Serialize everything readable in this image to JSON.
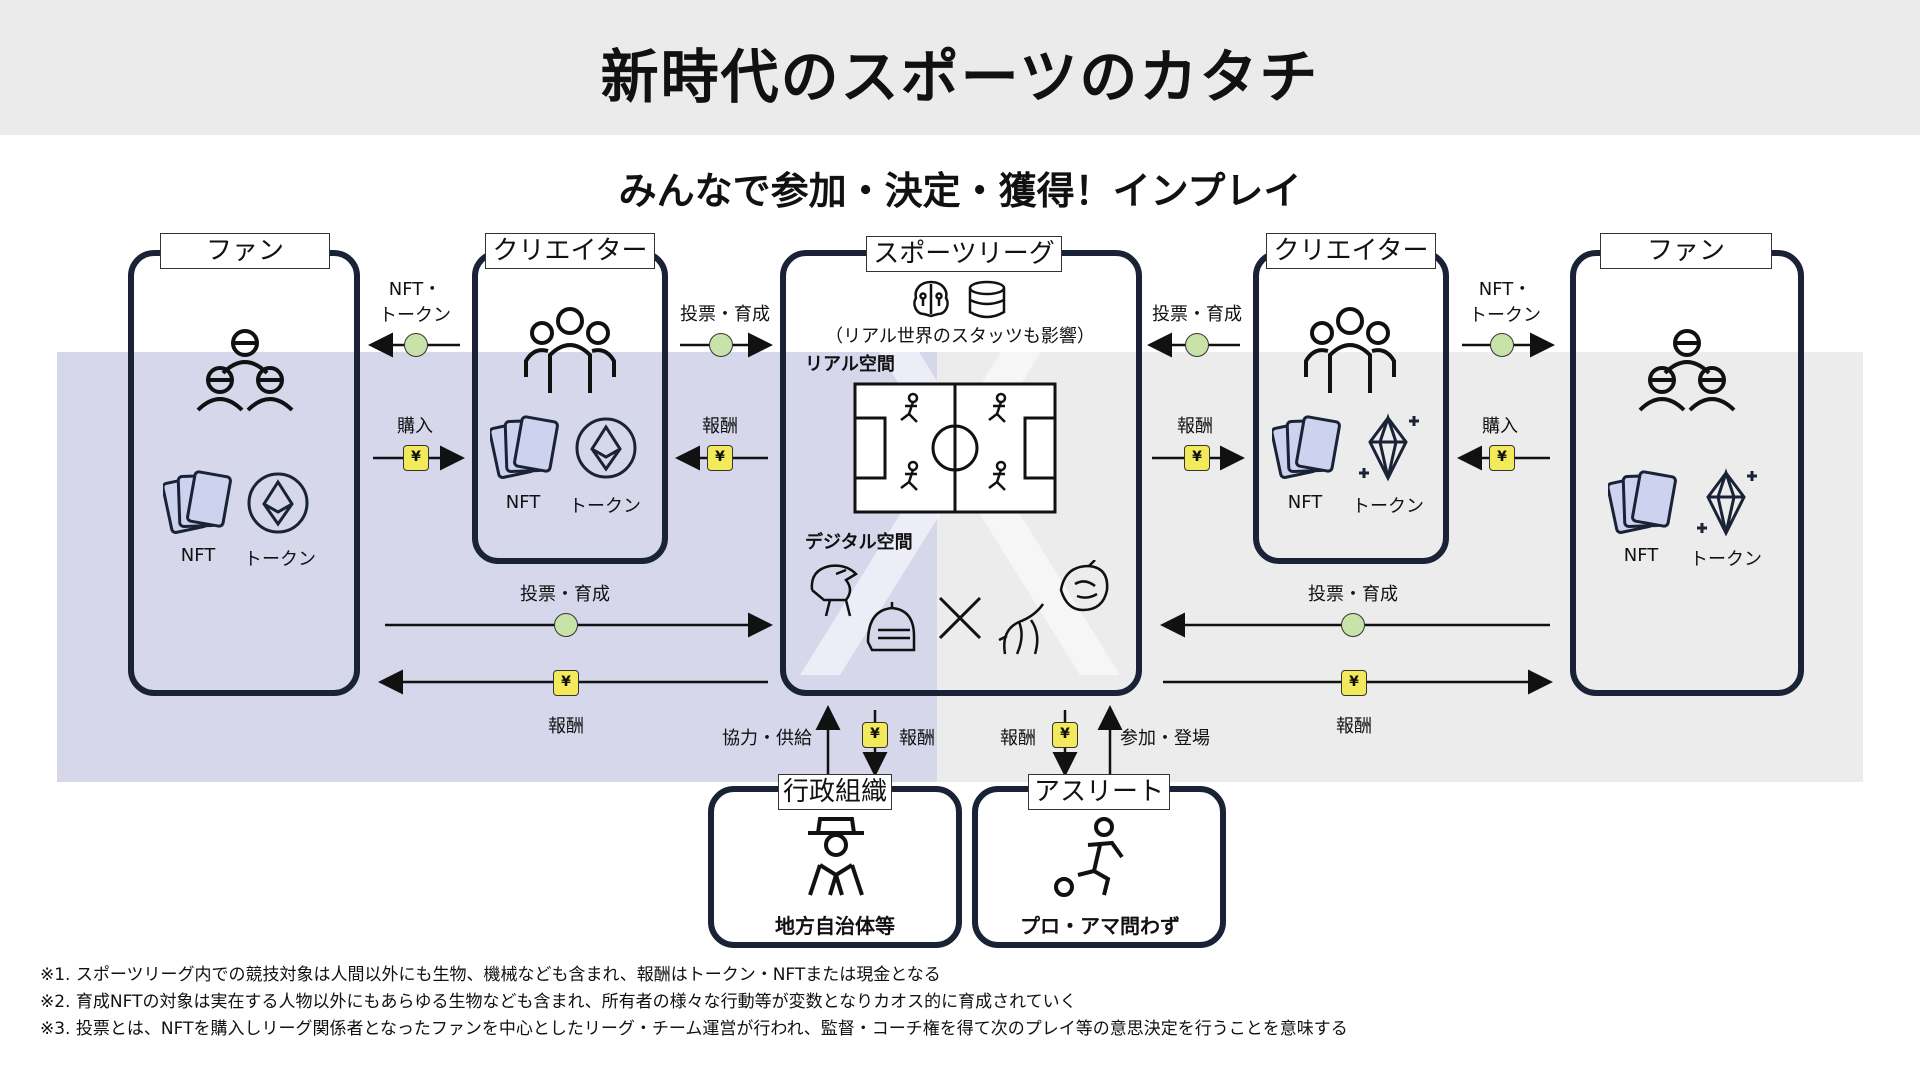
{
  "title": "新時代のスポーツのカタチ",
  "subtitle": "みんなで参加・決定・獲得！インプレイ",
  "boxes": {
    "fan": "ファン",
    "creator": "クリエイター",
    "league": "スポーツリーグ",
    "gov": "行政組織",
    "athlete": "アスリート"
  },
  "items": {
    "nft": "NFT",
    "token": "トークン"
  },
  "league": {
    "stats_note": "（リアル世界のスタッツも影響）",
    "real_space": "リアル空間",
    "digital_space": "デジタル空間"
  },
  "flows": {
    "nft_token_line1": "NFT・",
    "nft_token_line2": "トークン",
    "purchase": "購入",
    "vote_train": "投票・育成",
    "reward": "報酬",
    "cooperate": "協力・供給",
    "participate": "参加・登場",
    "yen": "¥"
  },
  "gov_caption": "地方自治体等",
  "athlete_caption": "プロ・アマ問わず",
  "notes": [
    "※1. スポーツリーグ内での競技対象は人間以外にも生物、機械なども含まれ、報酬はトークン・NFTまたは現金となる",
    "※2. 育成NFTの対象は実在する人物以外にもあらゆる生物なども含まれ、所有者の様々な行動等が変数となりカオス的に育成されていく",
    "※3. 投票とは、NFTを購入しリーグ関係者となったファンを中心としたリーグ・チーム運営が行われ、監督・コーチ権を得て次のプレイ等の意思決定を行うことを意味する"
  ],
  "colors": {
    "header_bg": "#ebebeb",
    "left_band": "#d6d7ea",
    "right_band": "#ececec",
    "box_border": "#1a2236",
    "green_coin": "#c7e3a8",
    "yen_coin": "#f2ea5a"
  }
}
